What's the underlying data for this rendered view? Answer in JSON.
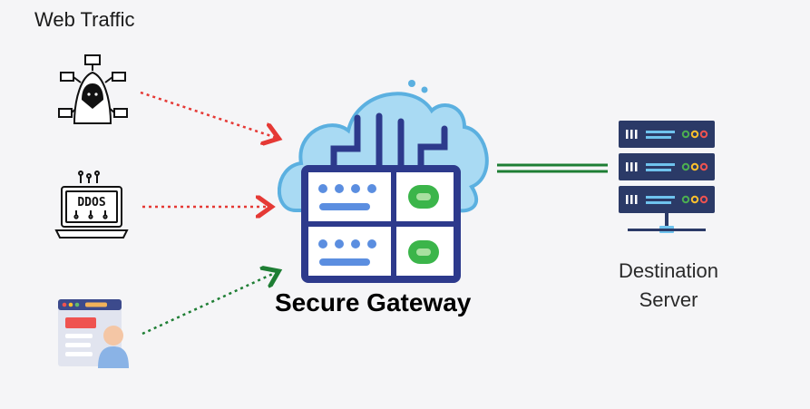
{
  "title": "Web Traffic",
  "gateway_label": "Secure Gateway",
  "destination_label": {
    "line1": "Destination",
    "line2": "Server"
  },
  "sources": [
    {
      "icon": "hacker-botnet-icon",
      "arrow_color": "#e53935"
    },
    {
      "icon": "ddos-laptop-icon",
      "label": "DDOS",
      "arrow_color": "#e53935"
    },
    {
      "icon": "legitimate-user-icon",
      "arrow_color": "#1e7e34"
    }
  ],
  "link_color": "#1e7e34",
  "colors": {
    "cloud": "#a9daf3",
    "cloud_outline": "#5bb0e0",
    "navy": "#2d3a8c",
    "server_navy": "#2b3a67",
    "green_button": "#3bb54a"
  }
}
